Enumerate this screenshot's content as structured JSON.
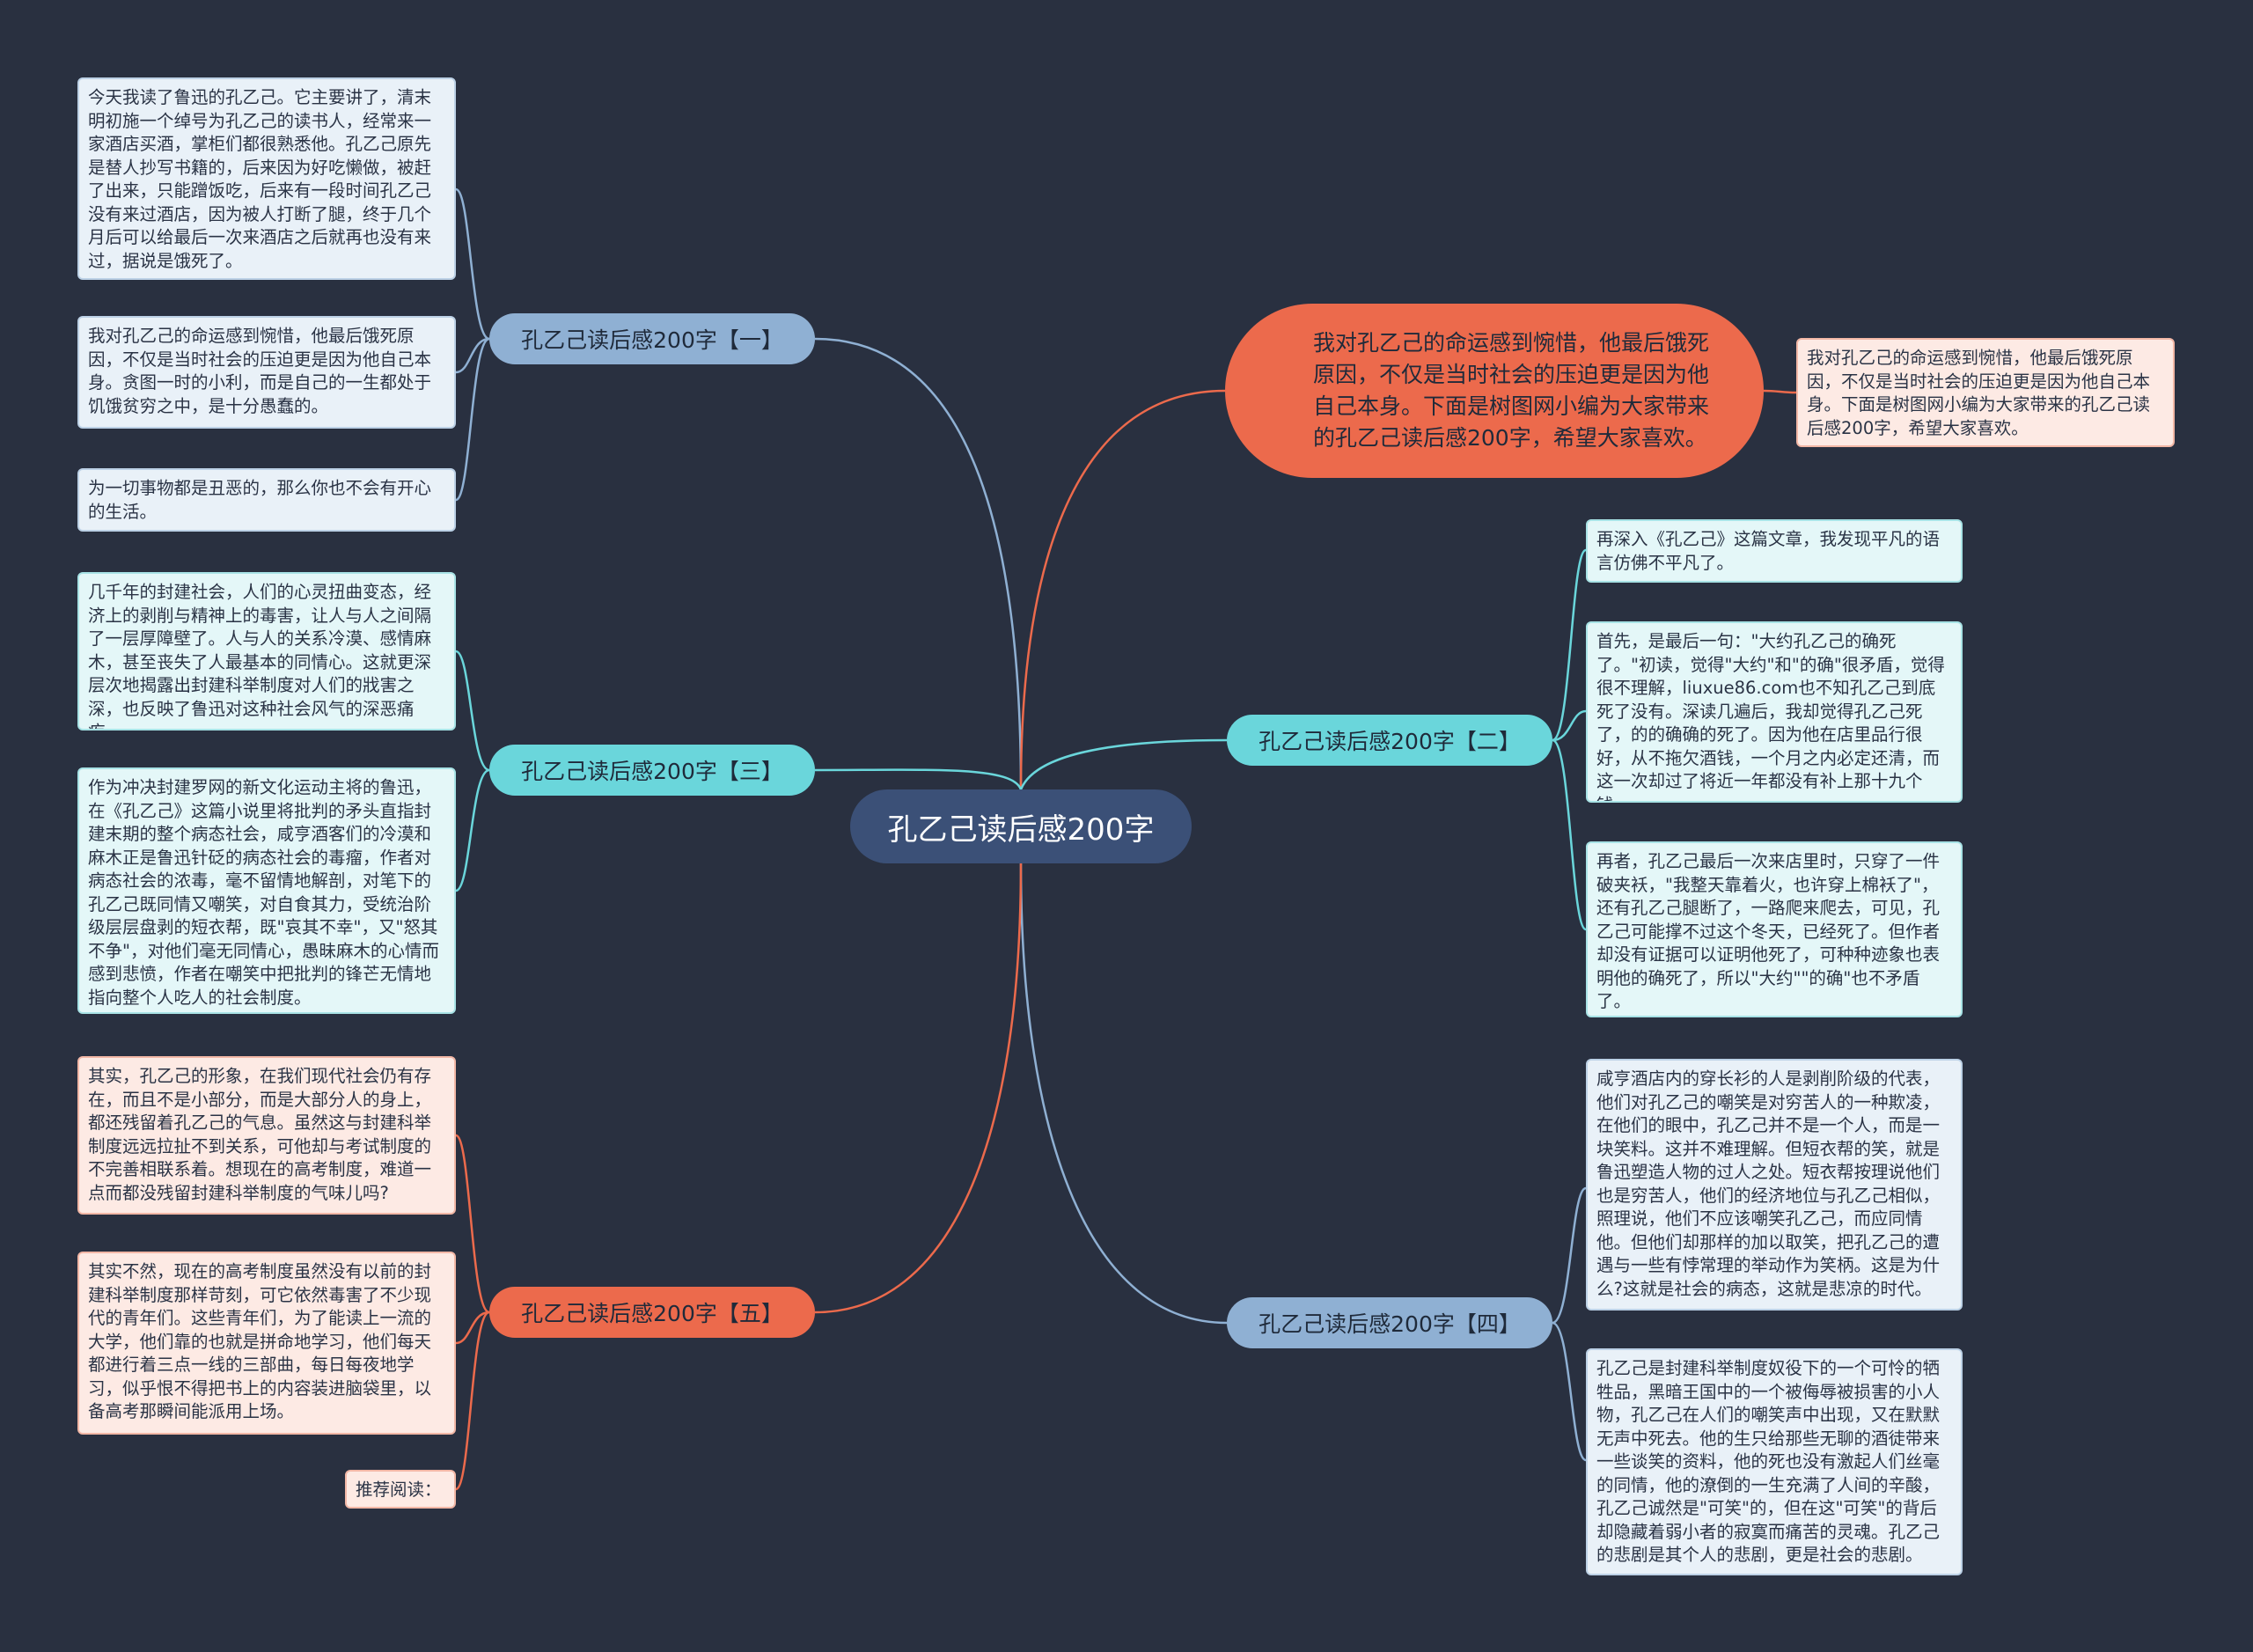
{
  "center": {
    "title": "孔乙己读后感200字"
  },
  "intro": {
    "bubble": "我对孔乙己的命运感到惋惜，他最后饿死原因，不仅是当时社会的压迫更是因为他自己本身。下面是树图网小编为大家带来的孔乙己读后感200字，希望大家喜欢。",
    "note": "我对孔乙己的命运感到惋惜，他最后饿死原因，不仅是当时社会的压迫更是因为他自己本身。下面是树图网小编为大家带来的孔乙己读后感200字，希望大家喜欢。"
  },
  "branches": {
    "b1": {
      "label": "孔乙己读后感200字【一】",
      "cards": [
        "今天我读了鲁迅的孔乙己。它主要讲了，清末明初施一个绰号为孔乙己的读书人，经常来一家酒店买酒，掌柜们都很熟悉他。孔乙己原先是替人抄写书籍的，后来因为好吃懒做，被赶了出来，只能蹭饭吃，后来有一段时间孔乙己没有来过酒店，因为被人打断了腿，终于几个月后可以给最后一次来酒店之后就再也没有来过，据说是饿死了。",
        "我对孔乙己的命运感到惋惜，他最后饿死原因，不仅是当时社会的压迫更是因为他自己本身。贪图一时的小利，而是自己的一生都处于饥饿贫穷之中，是十分愚蠢的。",
        "为一切事物都是丑恶的，那么你也不会有开心的生活。"
      ]
    },
    "b2": {
      "label": "孔乙己读后感200字【二】",
      "cards": [
        "再深入《孔乙己》这篇文章，我发现平凡的语言仿佛不平凡了。",
        "首先，是最后一句：\"大约孔乙己的确死了。\"初读，觉得\"大约\"和\"的确\"很矛盾，觉得很不理解，liuxue86.com也不知孔乙己到底死了没有。深读几遍后，我却觉得孔乙己死了，的的确确的死了。因为他在店里品行很好，从不拖欠酒钱，一个月之内必定还清，而这一次却过了将近一年都没有补上那十九个钱。",
        "再者，孔乙己最后一次来店里时，只穿了一件破夹袄，\"我整天靠着火，也许穿上棉袄了\"，还有孔乙己腿断了，一路爬来爬去，可见，孔乙己可能撑不过这个冬天，已经死了。但作者却没有证据可以证明他死了，可种种迹象也表明他的确死了，所以\"大约\"\"的确\"也不矛盾了。"
      ]
    },
    "b3": {
      "label": "孔乙己读后感200字【三】",
      "cards": [
        "几千年的封建社会，人们的心灵扭曲变态，经济上的剥削与精神上的毒害，让人与人之间隔了一层厚障壁了。人与人的关系冷漠、感情麻木，甚至丧失了人最基本的同情心。这就更深层次地揭露出封建科举制度对人们的戕害之深，也反映了鲁迅对这种社会风气的深恶痛疾。",
        "作为冲决封建罗网的新文化运动主将的鲁迅，在《孔乙己》这篇小说里将批判的矛头直指封建末期的整个病态社会，咸亨酒客们的冷漠和麻木正是鲁迅针砭的病态社会的毒瘤，作者对病态社会的浓毒，毫不留情地解剖，对笔下的孔乙己既同情又嘲笑，对自食其力，受统治阶级层层盘剥的短衣帮，既\"哀其不幸\"，又\"怒其不争\"，对他们毫无同情心，愚昧麻木的心情而感到悲愤，作者在嘲笑中把批判的锋芒无情地指向整个人吃人的社会制度。"
      ]
    },
    "b4": {
      "label": "孔乙己读后感200字【四】",
      "cards": [
        "咸亨酒店内的穿长衫的人是剥削阶级的代表，他们对孔乙己的嘲笑是对穷苦人的一种欺凌，在他们的眼中，孔乙己并不是一个人，而是一块笑料。这并不难理解。但短衣帮的笑，就是鲁迅塑造人物的过人之处。短衣帮按理说他们也是穷苦人，他们的经济地位与孔乙己相似，照理说，他们不应该嘲笑孔乙己，而应同情他。但他们却那样的加以取笑，把孔乙己的遭遇与一些有悖常理的举动作为笑柄。这是为什么?这就是社会的病态，这就是悲凉的时代。",
        "孔乙己是封建科举制度奴役下的一个可怜的牺牲品，黑暗王国中的一个被侮辱被损害的小人物，孔乙己在人们的嘲笑声中出现，又在默默无声中死去。他的生只给那些无聊的酒徒带来一些谈笑的资料，他的死也没有激起人们丝毫的同情，他的潦倒的一生充满了人间的辛酸，孔乙己诚然是\"可笑\"的，但在这\"可笑\"的背后却隐藏着弱小者的寂寞而痛苦的灵魂。孔乙己的悲剧是其个人的悲剧，更是社会的悲剧。"
      ]
    },
    "b5": {
      "label": "孔乙己读后感200字【五】",
      "cards": [
        "其实，孔乙己的形象，在我们现代社会仍有存在，而且不是小部分，而是大部分人的身上，都还残留着孔乙己的气息。虽然这与封建科举制度远远拉扯不到关系，可他却与考试制度的不完善相联系着。想现在的高考制度，难道一点而都没残留封建科举制度的气味儿吗?",
        "其实不然，现在的高考制度虽然没有以前的封建科举制度那样苛刻，可它依然毒害了不少现代的青年们。这些青年们，为了能读上一流的大学，他们靠的也就是拼命地学习，他们每天都进行着三点一线的三部曲，每日每夜地学习，似乎恨不得把书上的内容装进脑袋里，以备高考那瞬间能派用上场。",
        "推荐阅读："
      ]
    }
  },
  "colors": {
    "background": "#293040",
    "center": "#3b5077",
    "blue": "#8fb0d3",
    "cyan": "#6ad6db",
    "orange": "#ec6a4c"
  }
}
